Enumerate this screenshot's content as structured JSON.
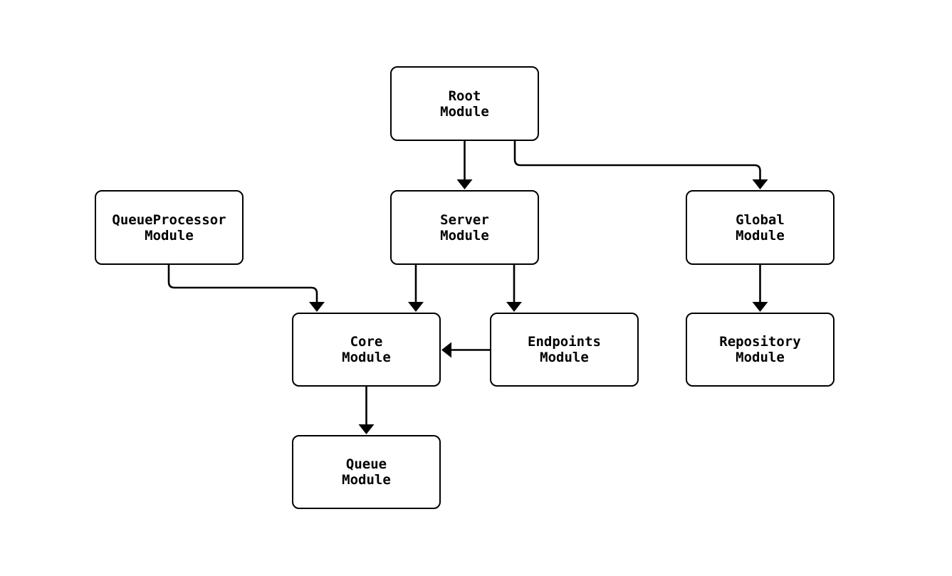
{
  "diagram": {
    "type": "module-dependency-graph",
    "background_color": "#ffffff",
    "node_fill_color": "#ffffff",
    "node_border_color": "#000000",
    "edge_color": "#000000",
    "nodes": {
      "root": {
        "line1": "Root",
        "line2": "Module"
      },
      "queue_processor": {
        "line1": "QueueProcessor",
        "line2": "Module"
      },
      "server": {
        "line1": "Server",
        "line2": "Module"
      },
      "global": {
        "line1": "Global",
        "line2": "Module"
      },
      "core": {
        "line1": "Core",
        "line2": "Module"
      },
      "endpoints": {
        "line1": "Endpoints",
        "line2": "Module"
      },
      "repository": {
        "line1": "Repository",
        "line2": "Module"
      },
      "queue": {
        "line1": "Queue",
        "line2": "Module"
      }
    },
    "edges": [
      {
        "from": "Root Module",
        "to": "Server Module"
      },
      {
        "from": "Root Module",
        "to": "Global Module"
      },
      {
        "from": "QueueProcessor Module",
        "to": "Core Module"
      },
      {
        "from": "Server Module",
        "to": "Core Module"
      },
      {
        "from": "Server Module",
        "to": "Endpoints Module"
      },
      {
        "from": "Endpoints Module",
        "to": "Core Module"
      },
      {
        "from": "Global Module",
        "to": "Repository Module"
      },
      {
        "from": "Core Module",
        "to": "Queue Module"
      }
    ]
  }
}
